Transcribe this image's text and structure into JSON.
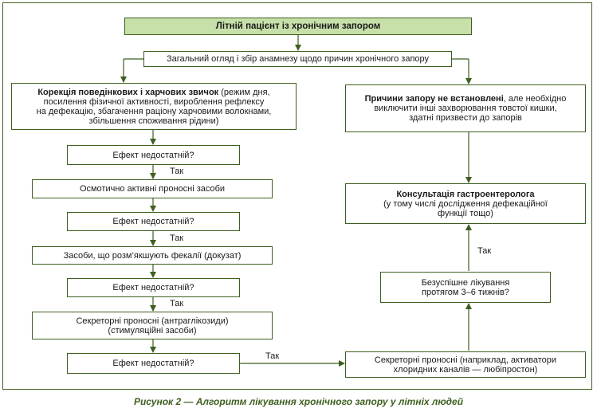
{
  "diagram": {
    "top": "Літній пацієнт із хронічним запором",
    "exam": "Загальний огляд і збір анамнезу щодо причин хронічного запору",
    "left_correction": {
      "bold": "Корекція поведінкових і харчових звичок",
      "line1_rest": " (режим дня,",
      "line2": "посилення фізичної активності, вироблення рефлексу",
      "line3": "на дефекацію, збагачення раціону харчовими волокнами,",
      "line4": "збільшення споживання рідини)"
    },
    "right_causes": {
      "bold": "Причини запору не встановлені",
      "line1_rest": ", але необхідно",
      "line2": "виключити інші захворювання товстої кишки,",
      "line3": "здатні призвести до запорів"
    },
    "effect": "Ефект недостатній?",
    "yes": "Так",
    "osmotic": "Осмотично активні проносні засоби",
    "docusate": "Засоби, що розм’якшують фекалії (докузат)",
    "secretory_left": {
      "line1": "Секреторні проносні (антраглікозиди)",
      "line2": "(стимуляційні засоби)"
    },
    "secretory_right": {
      "line1": "Секреторні проносні (наприклад, активатори",
      "line2": "хлоридних каналів — любіпростон)"
    },
    "failure": {
      "line1": "Безуспішне лікування",
      "line2": "протягом 3–6 тижнів?"
    },
    "consult": {
      "bold": "Консультація гастроентеролога",
      "line2": "(у тому числі дослідження дефекаційної",
      "line3": "функції тощо)"
    }
  },
  "caption": "Рисунок 2 — Алгоритм лікування хронічного запору у літніх людей",
  "colors": {
    "border": "#3d5f1f",
    "title_fill": "#c7e0a9",
    "caption": "#3d5f1f"
  }
}
